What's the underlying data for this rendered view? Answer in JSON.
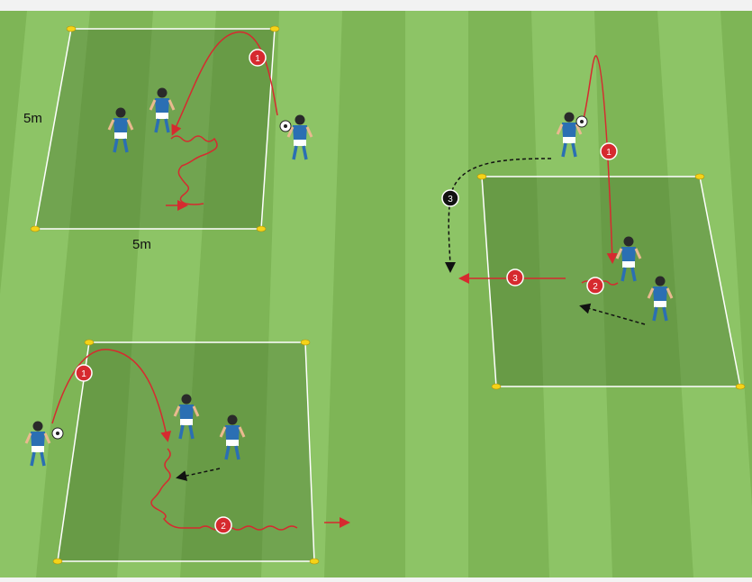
{
  "drill_1": {
    "side_label_left": "5m",
    "side_label_bottom": "5m",
    "steps": {
      "pass": "1"
    }
  },
  "drill_2": {
    "steps": {
      "pass": "1",
      "dribble": "2"
    }
  },
  "drill_3": {
    "steps": {
      "pass": "1",
      "control": "2",
      "dribble": "3",
      "run": "3"
    }
  },
  "colors": {
    "pitch_light": "#8cc265",
    "pitch_dark": "#74ad4d",
    "grid_fill": "#4f7d34",
    "action_red": "#d62a2f",
    "movement_black": "#111111",
    "cone_yellow": "#f5d318",
    "kit_blue": "#2b6fb3"
  },
  "icons": [
    "cone-icon",
    "player-icon",
    "ball-icon",
    "pass-arrow-icon",
    "dribble-arrow-icon",
    "run-arrow-icon",
    "step-marker-icon"
  ]
}
